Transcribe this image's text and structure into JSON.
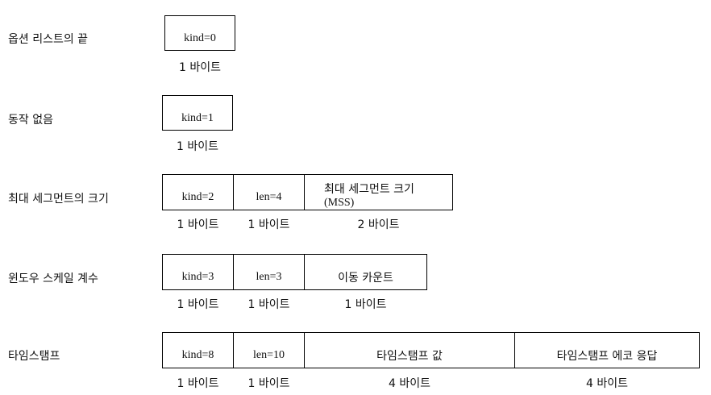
{
  "rows": [
    {
      "label": "옵션 리스트의 끝",
      "cells": [
        {
          "text": "kind=0",
          "size": "1 바이트"
        }
      ]
    },
    {
      "label": "동작 없음",
      "cells": [
        {
          "text": "kind=1",
          "size": "1 바이트"
        }
      ]
    },
    {
      "label": "최대 세그먼트의 크기",
      "cells": [
        {
          "text": "kind=2",
          "size": "1 바이트"
        },
        {
          "text": "len=4",
          "size": "1 바이트"
        },
        {
          "text": "최대 세그먼트 크기",
          "sub": "(MSS)",
          "size": "2 바이트"
        }
      ]
    },
    {
      "label": "윈도우 스케일 계수",
      "cells": [
        {
          "text": "kind=3",
          "size": "1 바이트"
        },
        {
          "text": "len=3",
          "size": "1 바이트"
        },
        {
          "text": "이동 카운트",
          "size": "1 바이트"
        }
      ]
    },
    {
      "label": "타임스탬프",
      "cells": [
        {
          "text": "kind=8",
          "size": "1 바이트"
        },
        {
          "text": "len=10",
          "size": "1 바이트"
        },
        {
          "text": "타임스탬프 값",
          "size": "4 바이트"
        },
        {
          "text": "타임스탬프 에코 응답",
          "size": "4 바이트"
        }
      ]
    }
  ]
}
